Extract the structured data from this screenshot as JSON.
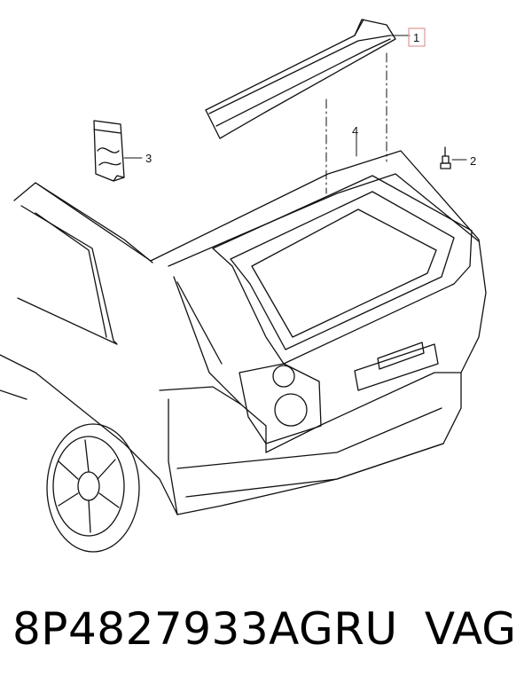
{
  "callouts": {
    "c1": "1",
    "c2": "2",
    "c3": "3",
    "c4": "4"
  },
  "footer": {
    "part_number": "8P4827933AGRU",
    "brand": "VAG"
  },
  "colors": {
    "line": "#111111",
    "highlight_box": "#e0a0a0",
    "background": "#ffffff"
  }
}
